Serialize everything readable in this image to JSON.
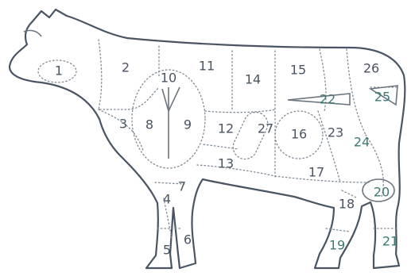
{
  "regions": [
    {
      "id": "1",
      "label": "1"
    },
    {
      "id": "2",
      "label": "2"
    },
    {
      "id": "3",
      "label": "3"
    },
    {
      "id": "4",
      "label": "4"
    },
    {
      "id": "5",
      "label": "5"
    },
    {
      "id": "6",
      "label": "6"
    },
    {
      "id": "7",
      "label": "7"
    },
    {
      "id": "8",
      "label": "8"
    },
    {
      "id": "9",
      "label": "9"
    },
    {
      "id": "10",
      "label": "10"
    },
    {
      "id": "11",
      "label": "11"
    },
    {
      "id": "12",
      "label": "12"
    },
    {
      "id": "13",
      "label": "13"
    },
    {
      "id": "14",
      "label": "14"
    },
    {
      "id": "15",
      "label": "15"
    },
    {
      "id": "16",
      "label": "16"
    },
    {
      "id": "17",
      "label": "17"
    },
    {
      "id": "18",
      "label": "18"
    },
    {
      "id": "19",
      "label": "19"
    },
    {
      "id": "20",
      "label": "20"
    },
    {
      "id": "21",
      "label": "21"
    },
    {
      "id": "22",
      "label": "22"
    },
    {
      "id": "23",
      "label": "23"
    },
    {
      "id": "24",
      "label": "24"
    },
    {
      "id": "25",
      "label": "25"
    },
    {
      "id": "26",
      "label": "26"
    },
    {
      "id": "27",
      "label": "27"
    }
  ],
  "colors": {
    "outline": "#4a5563",
    "label": "#4a5563",
    "label_accent": "#3e7a72"
  }
}
